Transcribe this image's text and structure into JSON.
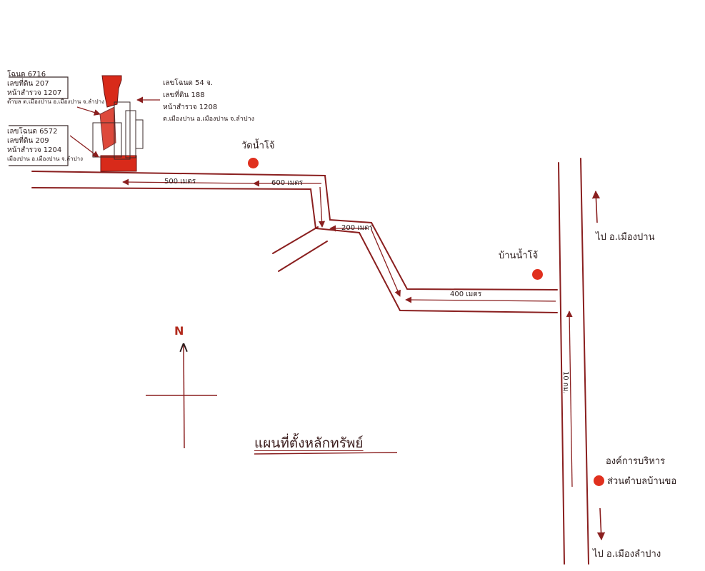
{
  "colors": {
    "road": "#8a1f1f",
    "ink": "#2b1d1d",
    "marker": "#e0301e",
    "building": "#d82a1a"
  },
  "title": "แผนที่ตั้งหลักทรัพย์",
  "north_label": "N",
  "parcel_left_1": [
    "โฉนด 6716",
    "เลขที่ดิน 207",
    "หน้าสำรวจ 1207",
    "ตำบล ต.เมืองปาน อ.เมืองปาน จ.ลำปาง"
  ],
  "parcel_left_2": [
    "เลขโฉนด 6572",
    "เลขที่ดิน 209",
    "หน้าสำรวจ 1204",
    "เมืองปาน อ.เมืองปาน จ.ลำปาง"
  ],
  "parcel_right": [
    "เลขโฉนด 54 จ.",
    "เลขที่ดิน 188",
    "หน้าสำรวจ 1208",
    "ต.เมืองปาน อ.เมืองปาน จ.ลำปาง"
  ],
  "landmarks": {
    "wat": "วัดน้ำโจ้",
    "village": "บ้านน้ำโจ้",
    "office_1": "องค์การบริหาร",
    "office_2": "ส่วนตำบลบ้านขอ"
  },
  "directions": {
    "north": "ไป อ.เมืองปาน",
    "south": "ไป อ.เมืองลำปาง"
  },
  "distances": {
    "top_left": "500 เมตร",
    "top_right": "600 เมตร",
    "middle": "200 เมตร",
    "lower": "400 เมตร",
    "highway": "10 กม."
  }
}
